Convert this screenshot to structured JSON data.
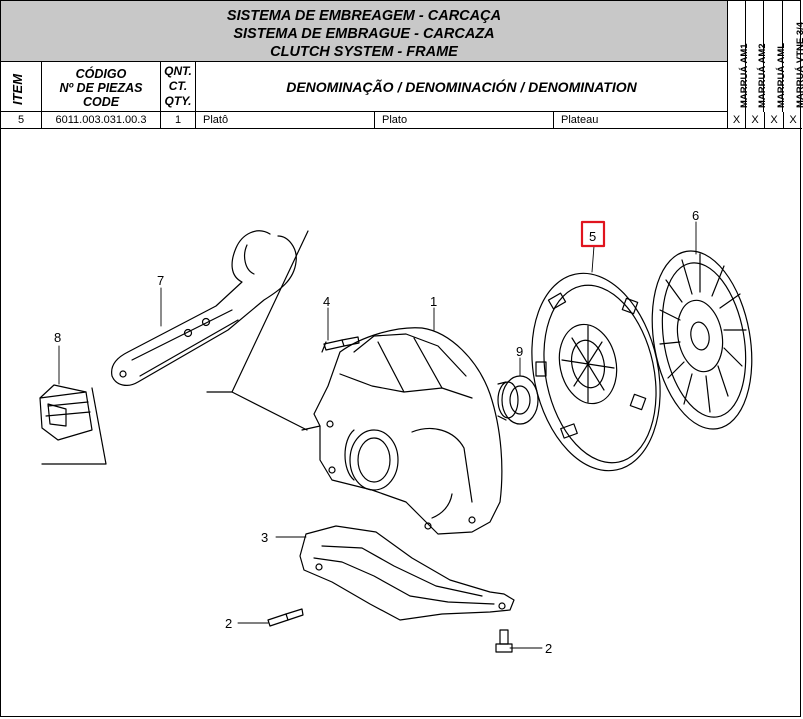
{
  "header": {
    "title_pt": "SISTEMA DE EMBREAGEM - CARCAÇA",
    "title_es": "SISTEMA DE EMBRAGUE - CARCAZA",
    "title_en": "CLUTCH SYSTEM - FRAME"
  },
  "models": [
    "MARRUÁ AM1",
    "MARRUÁ AM2",
    "MARRUÁ AML",
    "MARRUÁ VTNE 3/4"
  ],
  "columns": {
    "item": "ITEM",
    "code_l1": "CÓDIGO",
    "code_l2": "Nº DE PIEZAS",
    "code_l3": "CODE",
    "qty_l1": "QNT.",
    "qty_l2": "CT.",
    "qty_l3": "QTY.",
    "denomination": "DENOMINAÇÃO / DENOMINACIÓN / DENOMINATION"
  },
  "part": {
    "item": "5",
    "code": "6011.003.031.00.3",
    "qty": "1",
    "name_pt": "Platô",
    "name_es": "Plato",
    "name_en": "Plateau",
    "marks": [
      "X",
      "X",
      "X",
      "X"
    ]
  },
  "callouts": {
    "c1": "1",
    "c2a": "2",
    "c2b": "2",
    "c3": "3",
    "c4": "4",
    "c5": "5",
    "c6": "6",
    "c7": "7",
    "c8": "8",
    "c9": "9"
  },
  "highlight_color": "#e0141e"
}
